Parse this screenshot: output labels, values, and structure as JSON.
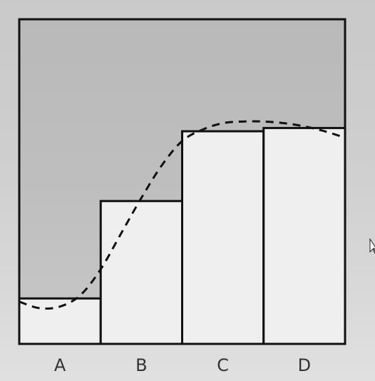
{
  "chart_data": {
    "type": "bar",
    "categories": [
      "A",
      "B",
      "C",
      "D"
    ],
    "values": [
      14,
      44,
      65.5,
      66.5
    ],
    "ylim": [
      0,
      100
    ],
    "grid": false,
    "title": "",
    "xlabel": "",
    "ylabel": "",
    "overlay_curve": {
      "style": "dashed",
      "x": [
        0.0,
        0.25,
        0.5,
        0.75,
        1.0,
        1.25,
        1.5,
        1.75,
        2.0,
        2.25,
        2.5,
        2.75,
        3.0,
        3.25,
        3.5,
        3.75,
        4.0
      ],
      "y": [
        13.0,
        11.0,
        11.5,
        15.0,
        23.0,
        34.0,
        45.0,
        55.0,
        62.5,
        66.0,
        68.0,
        68.5,
        68.5,
        68.0,
        67.0,
        65.5,
        63.5
      ]
    },
    "colors": {
      "bar_fill": "#efefef",
      "bar_stroke": "#111111",
      "plot_bg": "#bdbdbd",
      "curve": "#111111"
    }
  }
}
